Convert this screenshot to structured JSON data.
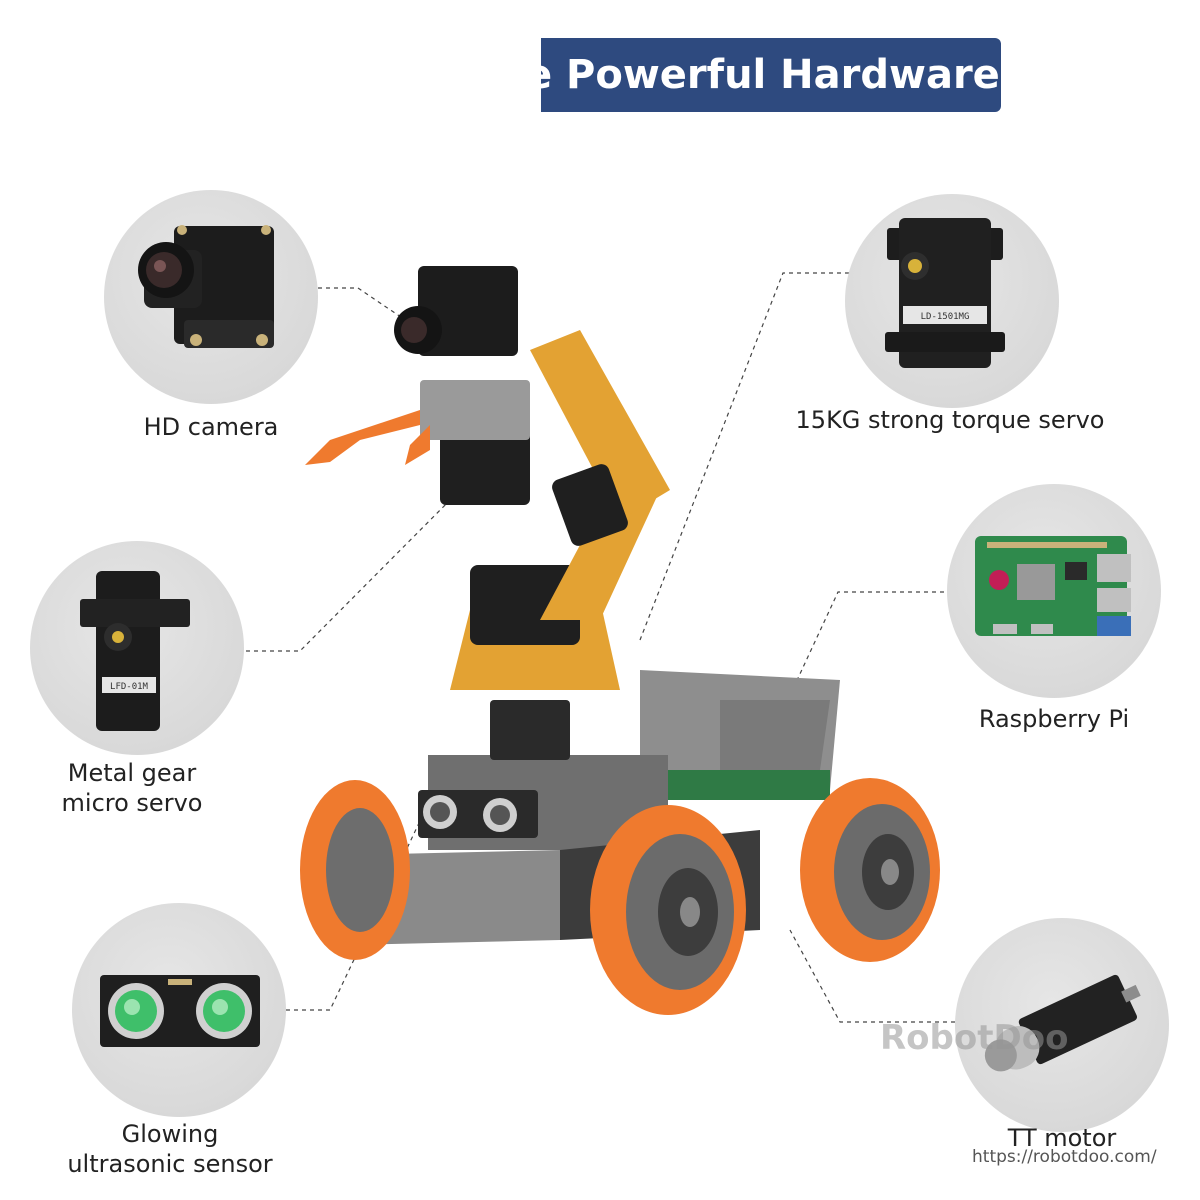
{
  "banner": {
    "title": "e Powerful Hardware"
  },
  "components": {
    "hd_camera": {
      "label": "HD camera",
      "icon": "camera-icon"
    },
    "torque_servo": {
      "label": "15KG strong torque servo",
      "icon": "servo-icon",
      "tag": "LD-1501MG"
    },
    "raspberry_pi": {
      "label": "Raspberry Pi",
      "icon": "raspberry-pi-board-icon"
    },
    "micro_servo": {
      "line1": "Metal gear",
      "line2": "micro servo",
      "icon": "micro-servo-icon",
      "tag": "LFD-01M"
    },
    "ultrasonic": {
      "line1": "Glowing",
      "line2": "ultrasonic sensor",
      "icon": "ultrasonic-sensor-icon"
    },
    "tt_motor": {
      "label": "TT motor",
      "icon": "gear-motor-icon"
    }
  },
  "product": {
    "icon": "robot-car-arm-icon"
  },
  "watermark": {
    "brand": "RobotDoo",
    "url": "https://robotdoo.com/"
  },
  "colors": {
    "banner": "#2e4a7f",
    "arm_gold": "#e3a233",
    "wheel_orange": "#ef7a2e",
    "circle_grey": "#d9d9d9",
    "led_green": "#3fbf6a"
  }
}
